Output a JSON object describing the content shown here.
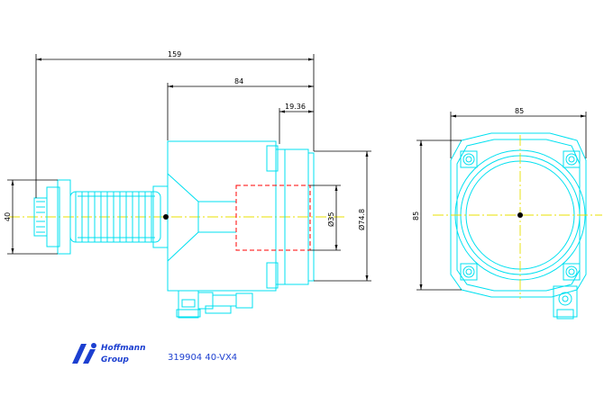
{
  "colors": {
    "part": "#00e0f0",
    "dimension": "#000000",
    "centerline": "#e8e000",
    "hidden": "#ff0000",
    "brand": "#1c3fd0"
  },
  "dimensions": {
    "overall_length": "159",
    "body_length": "84",
    "flange_offset": "19.36",
    "height_left": "40",
    "bore_dia": "Ø35",
    "flange_dia": "Ø74.8",
    "face_width": "85",
    "face_height": "85"
  },
  "branding": {
    "logo_line1": "Hoffmann",
    "logo_line2": "Group",
    "part_code": "319904 40-VX4"
  }
}
